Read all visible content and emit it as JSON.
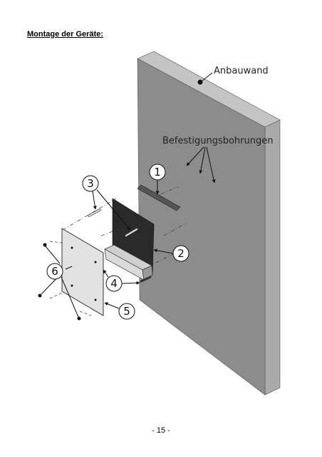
{
  "page": {
    "heading": "Montage der Geräte:",
    "page_number": "- 15 -"
  },
  "figure": {
    "label_wall": "Anbauwand",
    "label_holes": "Befestigungsbohrungen",
    "callouts": [
      "1",
      "2",
      "3",
      "4",
      "5",
      "6"
    ],
    "colors": {
      "wall_front": "#8c8c8c",
      "wall_side": "#a9a9a9",
      "wall_top": "#c4c4c4",
      "heater": "#2a2a2a",
      "glass": "#e2e2e2"
    }
  }
}
